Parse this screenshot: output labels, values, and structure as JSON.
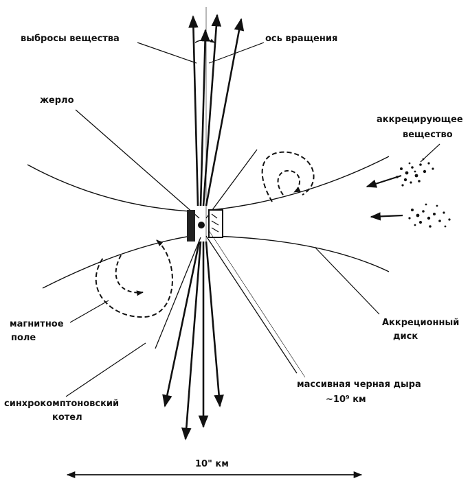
{
  "labels": {
    "ejections": "выбросы вещества",
    "rotation_axis": "ось вращения",
    "vent": "жерло",
    "accreting_1": "аккрецирующее",
    "accreting_2": "вещество",
    "magnetic_1": "магнитное",
    "magnetic_2": "поле",
    "disk_1": "Аккреционный",
    "disk_2": "диск",
    "blackhole_1": "массивная черная дыра",
    "blackhole_2": "~10⁹ км",
    "cauldron_1": "синхрокомптоновский",
    "cauldron_2": "котел",
    "scale": "10\" км"
  },
  "colors": {
    "ink": "#111111",
    "background": "#ffffff"
  }
}
